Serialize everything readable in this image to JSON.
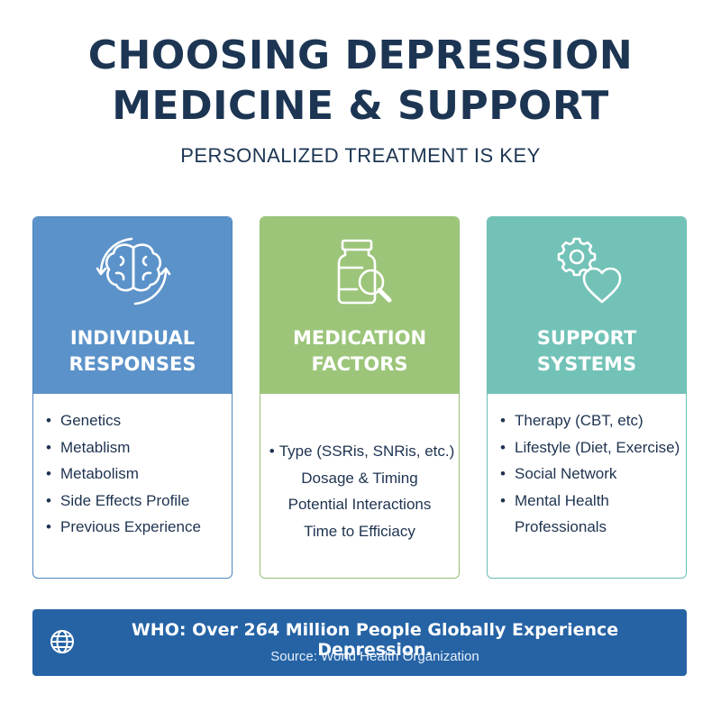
{
  "header": {
    "title_line1": "CHOOSING DEPRESSION",
    "title_line2": "MEDICINE & SUPPORT",
    "subtitle": "PERSONALIZED TREATMENT IS KEY"
  },
  "cards": [
    {
      "icon": "brain-cycle-icon",
      "color": "#5b92c9",
      "title_line1": "INDIVIDUAL",
      "title_line2": "RESPONSES",
      "items": [
        "Genetics",
        "Metablism",
        "Metabolism",
        "Side Effects Profile",
        "Previous Experience"
      ]
    },
    {
      "icon": "pill-bottle-magnifier-icon",
      "color": "#9cc57a",
      "title_line1": "MEDICATION",
      "title_line2": "FACTORS",
      "items": [
        "Type (SSRis, SNRis, etc.)",
        "Dosage & Timing",
        "Potential Interactions",
        "Time to Efficiacy"
      ]
    },
    {
      "icon": "gear-heart-icon",
      "color": "#72c2b7",
      "title_line1": "SUPPORT",
      "title_line2": "SYSTEMS",
      "items": [
        "Therapy (CBT, etc)",
        "Lifestyle (Diet, Exercise)",
        "Social Network",
        "Mental Health",
        "Professionals"
      ]
    }
  ],
  "banner": {
    "icon": "globe-icon",
    "color": "#2563a5",
    "main": "WHO: Over 264 Million People Globally Experience Depression.",
    "source": "Source: World Health Organization"
  }
}
